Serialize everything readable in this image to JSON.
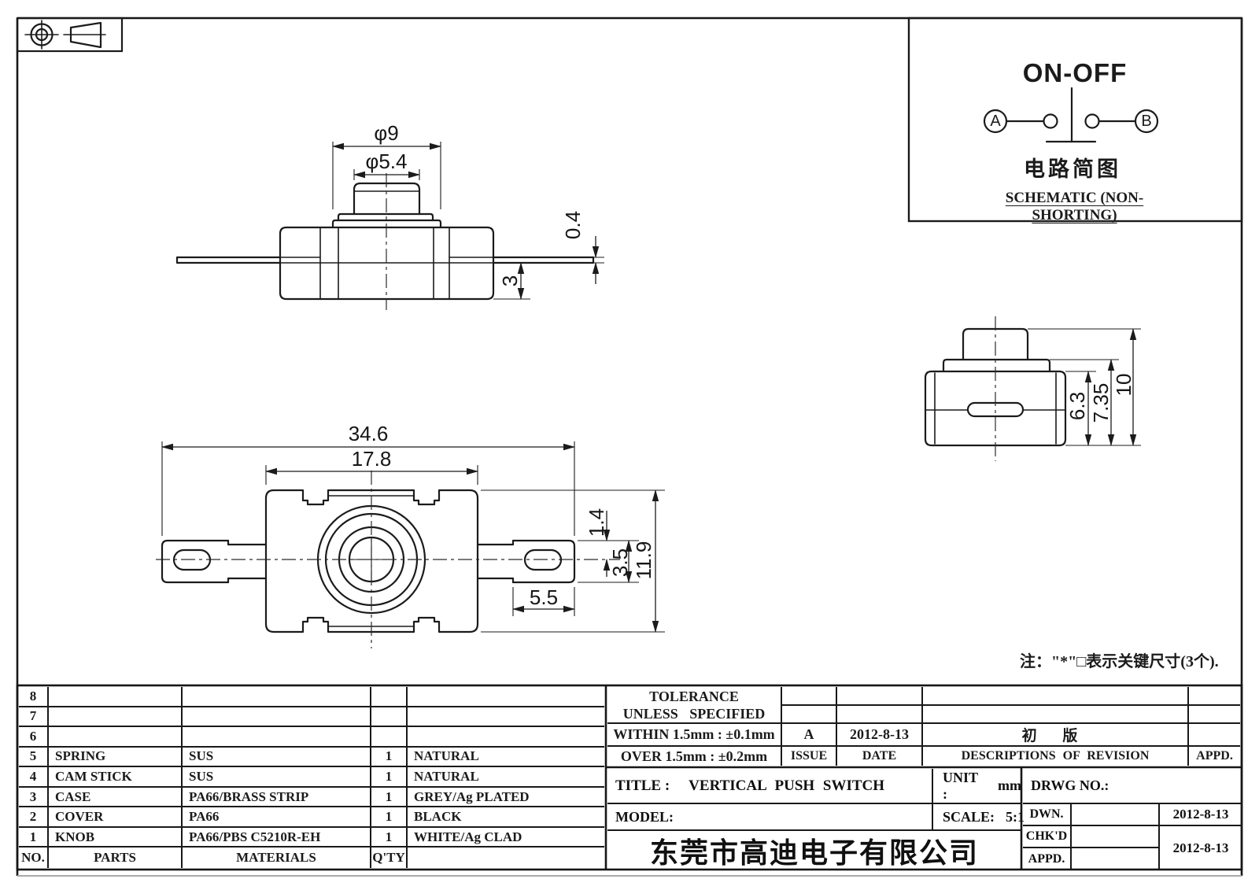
{
  "schematic": {
    "title": "ON-OFF",
    "terminal_a": "A",
    "terminal_b": "B",
    "caption_cn": "电路简图",
    "caption_en": "SCHEMATIC (NON-SHORTING)"
  },
  "note": "注：\"*\"□表示关键尺寸(3个).",
  "dims": {
    "front_phi9": "φ9",
    "front_phi54": "φ5.4",
    "front_04": "0.4",
    "front_3": "3",
    "top_346": "34.6",
    "top_178": "17.8",
    "top_14": "1.4",
    "top_35": "3.5",
    "top_119": "11.9",
    "top_55": "5.5",
    "side_63": "6.3",
    "side_735": "7.35",
    "side_10": "10"
  },
  "parts_table": {
    "headers": {
      "no": "NO.",
      "parts": "PARTS",
      "materials": "MATERIALS",
      "qty": "Q'TY"
    },
    "rows": [
      {
        "no": "8",
        "parts": "",
        "materials": "",
        "qty": "",
        "color": ""
      },
      {
        "no": "7",
        "parts": "",
        "materials": "",
        "qty": "",
        "color": ""
      },
      {
        "no": "6",
        "parts": "",
        "materials": "",
        "qty": "",
        "color": ""
      },
      {
        "no": "5",
        "parts": "SPRING",
        "materials": "SUS",
        "qty": "1",
        "color": "NATURAL"
      },
      {
        "no": "4",
        "parts": "CAM STICK",
        "materials": "SUS",
        "qty": "1",
        "color": "NATURAL"
      },
      {
        "no": "3",
        "parts": "CASE",
        "materials": "PA66/BRASS STRIP",
        "qty": "1",
        "color": "GREY/Ag PLATED"
      },
      {
        "no": "2",
        "parts": "COVER",
        "materials": "PA66",
        "qty": "1",
        "color": "BLACK"
      },
      {
        "no": "1",
        "parts": "KNOB",
        "materials": "PA66/PBS C5210R-EH",
        "qty": "1",
        "color": "WHITE/Ag CLAD"
      }
    ]
  },
  "tolerance_block": {
    "line1": "TOLERANCE",
    "line2": "UNLESS SPECIFIED",
    "within": "WITHIN 1.5mm : ±0.1mm",
    "over": "OVER 1.5mm : ±0.2mm",
    "issue_value": "A",
    "issue_label": "ISSUE",
    "date_value": "2012-8-13",
    "date_label": "DATE",
    "revision_value": "初 版",
    "revision_label": "DESCRIPTIONS OF REVISION",
    "appd_label": "APPD."
  },
  "title_block": {
    "title_label": "TITLE :",
    "title_value": "VERTICAL PUSH SWITCH",
    "unit_label": "UNIT :",
    "unit_value": "mm",
    "drwg_label": "DRWG NO.:",
    "model_label": "MODEL:",
    "scale_label": "SCALE:",
    "scale_value": "5:1",
    "company": "东莞市高迪电子有限公司",
    "dwn_label": "DWN.",
    "dwn_date": "2012-8-13",
    "chkd_label": "CHK'D",
    "chkd_date": "2012-8-13",
    "appd_label": "APPD."
  }
}
